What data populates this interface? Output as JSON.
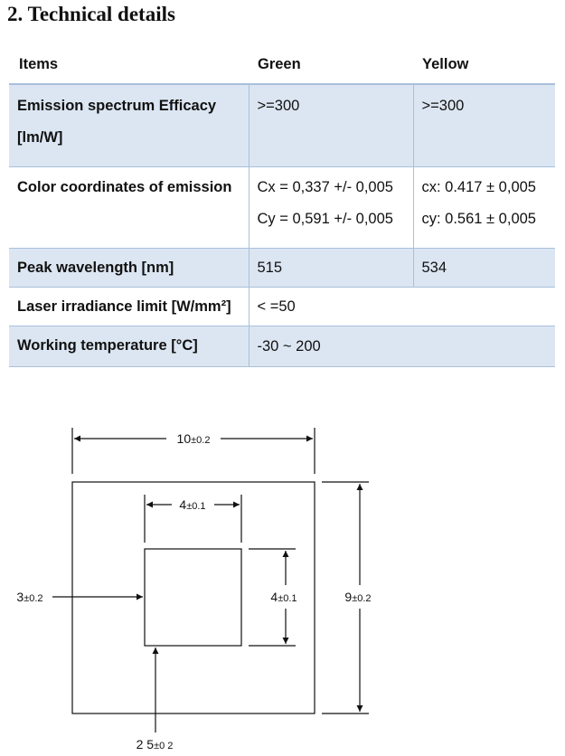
{
  "heading": "2. Technical details",
  "table": {
    "headers": [
      "Items",
      "Green",
      "Yellow"
    ],
    "rows": [
      {
        "item_lines": [
          "Emission spectrum Efficacy",
          "[lm/W]"
        ],
        "green": [
          ">=300"
        ],
        "yellow": [
          ">=300"
        ]
      },
      {
        "item_lines": [
          "Color coordinates of emission"
        ],
        "green": [
          "Cx = 0,337 +/- 0,005",
          "Cy = 0,591 +/- 0,005"
        ],
        "yellow": [
          "cx: 0.417 ± 0,005",
          "cy: 0.561 ± 0,005"
        ]
      },
      {
        "item_lines": [
          "Peak wavelength [nm]"
        ],
        "green": [
          "515"
        ],
        "yellow": [
          "534"
        ]
      },
      {
        "item_lines": [
          "Laser irradiance limit [W/mm²]"
        ],
        "value": "< =50"
      },
      {
        "item_lines": [
          "Working temperature [°C]"
        ],
        "value": "-30 ~ 200"
      }
    ]
  },
  "diagram": {
    "outer_width": {
      "main": "10",
      "tol": "±0.2"
    },
    "outer_height": {
      "main": "9",
      "tol": "±0.2"
    },
    "inner_width": {
      "main": "4",
      "tol": "±0.1"
    },
    "inner_height": {
      "main": "4",
      "tol": "±0.1"
    },
    "left_offset": {
      "main": "3",
      "tol": "±0.2"
    },
    "bottom_offset": {
      "main": "2 5",
      "tol": "±0 2"
    }
  }
}
